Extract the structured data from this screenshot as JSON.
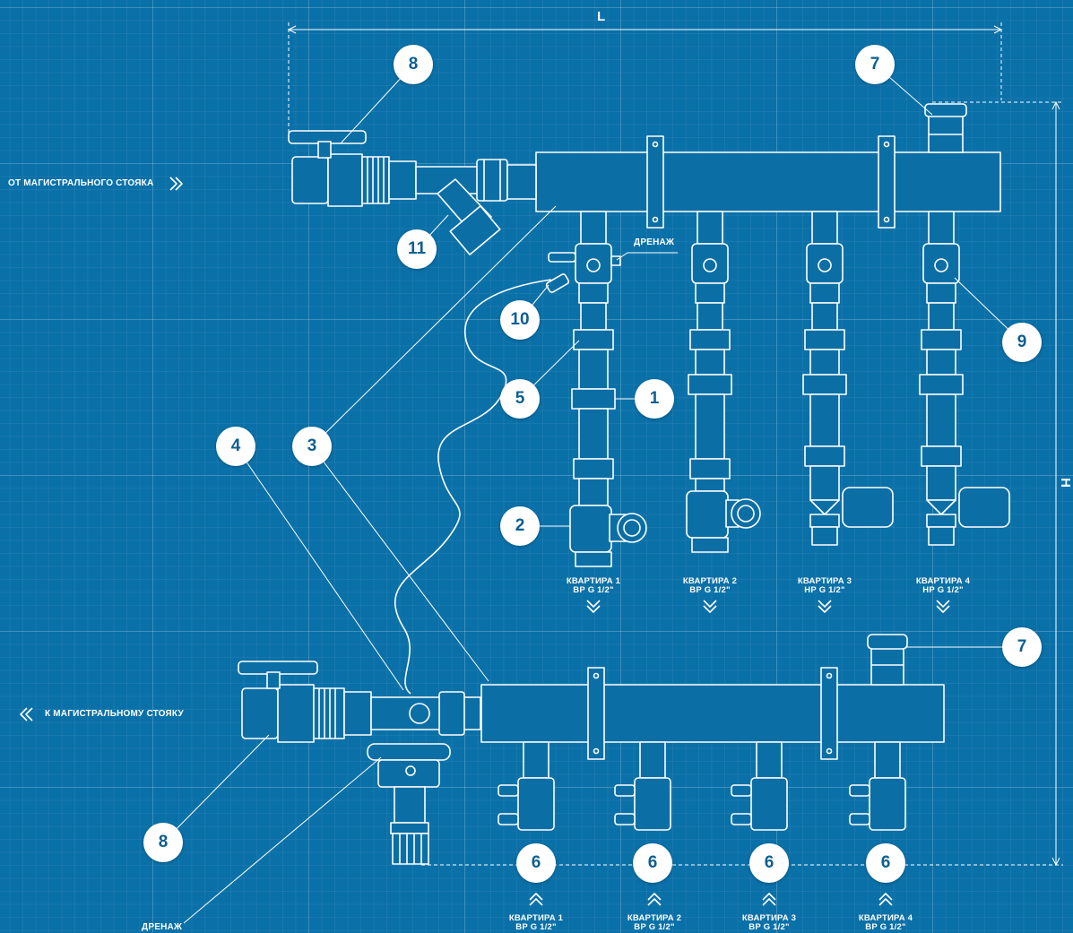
{
  "dimensions": {
    "length": "L",
    "height": "H"
  },
  "inlet_label": "ОТ МАГИСТРАЛЬНОГО СТОЯКА",
  "outlet_label": "К МАГИСТРАЛЬНОМУ СТОЯКУ",
  "drain_top": "ДРЕНАЖ",
  "drain_bottom": "ДРЕНАЖ",
  "supply_outlets": [
    {
      "name": "КВАРТИРА 1",
      "thread": "ВР G 1/2\""
    },
    {
      "name": "КВАРТИРА 2",
      "thread": "ВР G 1/2\""
    },
    {
      "name": "КВАРТИРА 3",
      "thread": "НР G 1/2\""
    },
    {
      "name": "КВАРТИРА 4",
      "thread": "НР G 1/2\""
    }
  ],
  "return_outlets": [
    {
      "name": "КВАРТИРА 1",
      "thread": "ВР G 1/2\""
    },
    {
      "name": "КВАРТИРА 2",
      "thread": "ВР G 1/2\""
    },
    {
      "name": "КВАРТИРА 3",
      "thread": "ВР G 1/2\""
    },
    {
      "name": "КВАРТИРА 4",
      "thread": "ВР G 1/2\""
    }
  ],
  "callouts": [
    "8",
    "7",
    "11",
    "10",
    "9",
    "5",
    "1",
    "4",
    "3",
    "2",
    "7",
    "8",
    "6",
    "6",
    "6",
    "6"
  ],
  "colors": {
    "background": "#0a70a8",
    "line": "#ffffff",
    "badge_text": "#0d5f8f"
  }
}
